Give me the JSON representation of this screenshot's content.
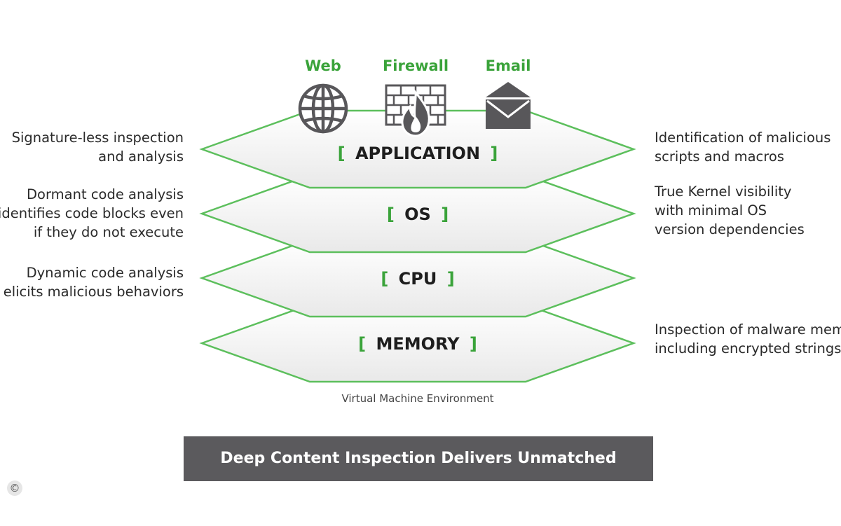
{
  "icons": [
    {
      "label": "Web",
      "icon": "globe-icon"
    },
    {
      "label": "Firewall",
      "icon": "firewall-icon"
    },
    {
      "label": "Email",
      "icon": "envelope-icon"
    }
  ],
  "layers": [
    {
      "name": "APPLICATION"
    },
    {
      "name": "OS"
    },
    {
      "name": "CPU"
    },
    {
      "name": "MEMORY"
    }
  ],
  "bracket_open": "[",
  "bracket_close": "]",
  "left_notes": [
    {
      "lines": [
        "Signature-less inspection",
        "and analysis"
      ]
    },
    {
      "lines": [
        "Dormant code analysis",
        "identifies code blocks even",
        "if they do not execute"
      ]
    },
    {
      "lines": [
        "Dynamic code analysis",
        "elicits malicious behaviors"
      ]
    }
  ],
  "right_notes": [
    {
      "lines": [
        "Identification of malicious",
        "scripts and macros"
      ]
    },
    {
      "lines": [
        "True Kernel visibility",
        "with minimal OS",
        "version dependencies"
      ]
    },
    {
      "lines": [
        "Inspection of malware memory",
        "including encrypted strings"
      ]
    }
  ],
  "environment_label": "Virtual Machine Environment",
  "banner": "Deep Content Inspection Delivers Unmatched Visibility",
  "copyright": "©",
  "colors": {
    "accent_green": "#3aa33a",
    "layer_stroke": "#5cbf5c",
    "icon_gray": "#58575a",
    "banner_bg": "#5b5a5d"
  }
}
